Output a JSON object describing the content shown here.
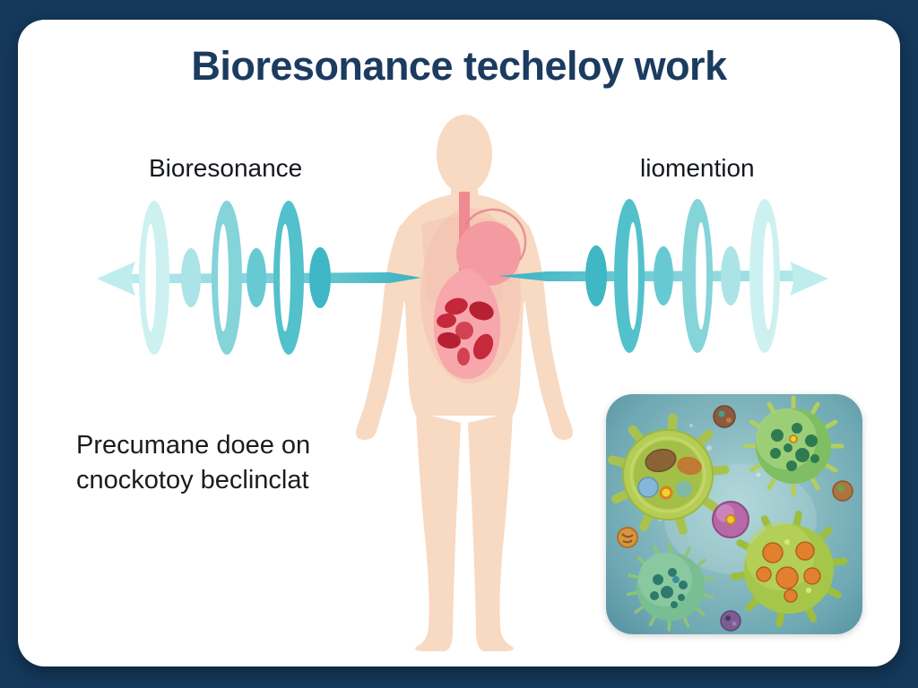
{
  "title": "Bioresonance techeloy work",
  "wave_labels": {
    "left": "Bioresonance",
    "right": "liomention"
  },
  "caption": {
    "line1": "Precumane doee on",
    "line2": "cnockotoy beclinclat"
  },
  "figures": {
    "human_body": "human-body-silhouette-with-esophagus-and-stomach",
    "wave_left": "sound-wave-arrow-pointing-left",
    "wave_right": "sound-wave-arrow-pointing-right",
    "microbes_panel": "microbes-viruses-illustration"
  },
  "colors": {
    "frame_navy": "#14395B",
    "card_white": "#FFFFFF",
    "title_navy": "#1B3B60",
    "label_black": "#14181D",
    "wave_teal_dark": "#3FB7C4",
    "wave_teal_light": "#CDF1F1",
    "skin_peach": "#F8D9C2",
    "organ_pink": "#F7A6AB",
    "esophagus_pink": "#EF8A91",
    "blood_cell_red": "#C4273A",
    "panel_teal": "#6FA9B4",
    "microbe_green": "#A6C64A",
    "microbe_orange_spot": "#E1812D",
    "microbe_purple": "#B768A8"
  }
}
